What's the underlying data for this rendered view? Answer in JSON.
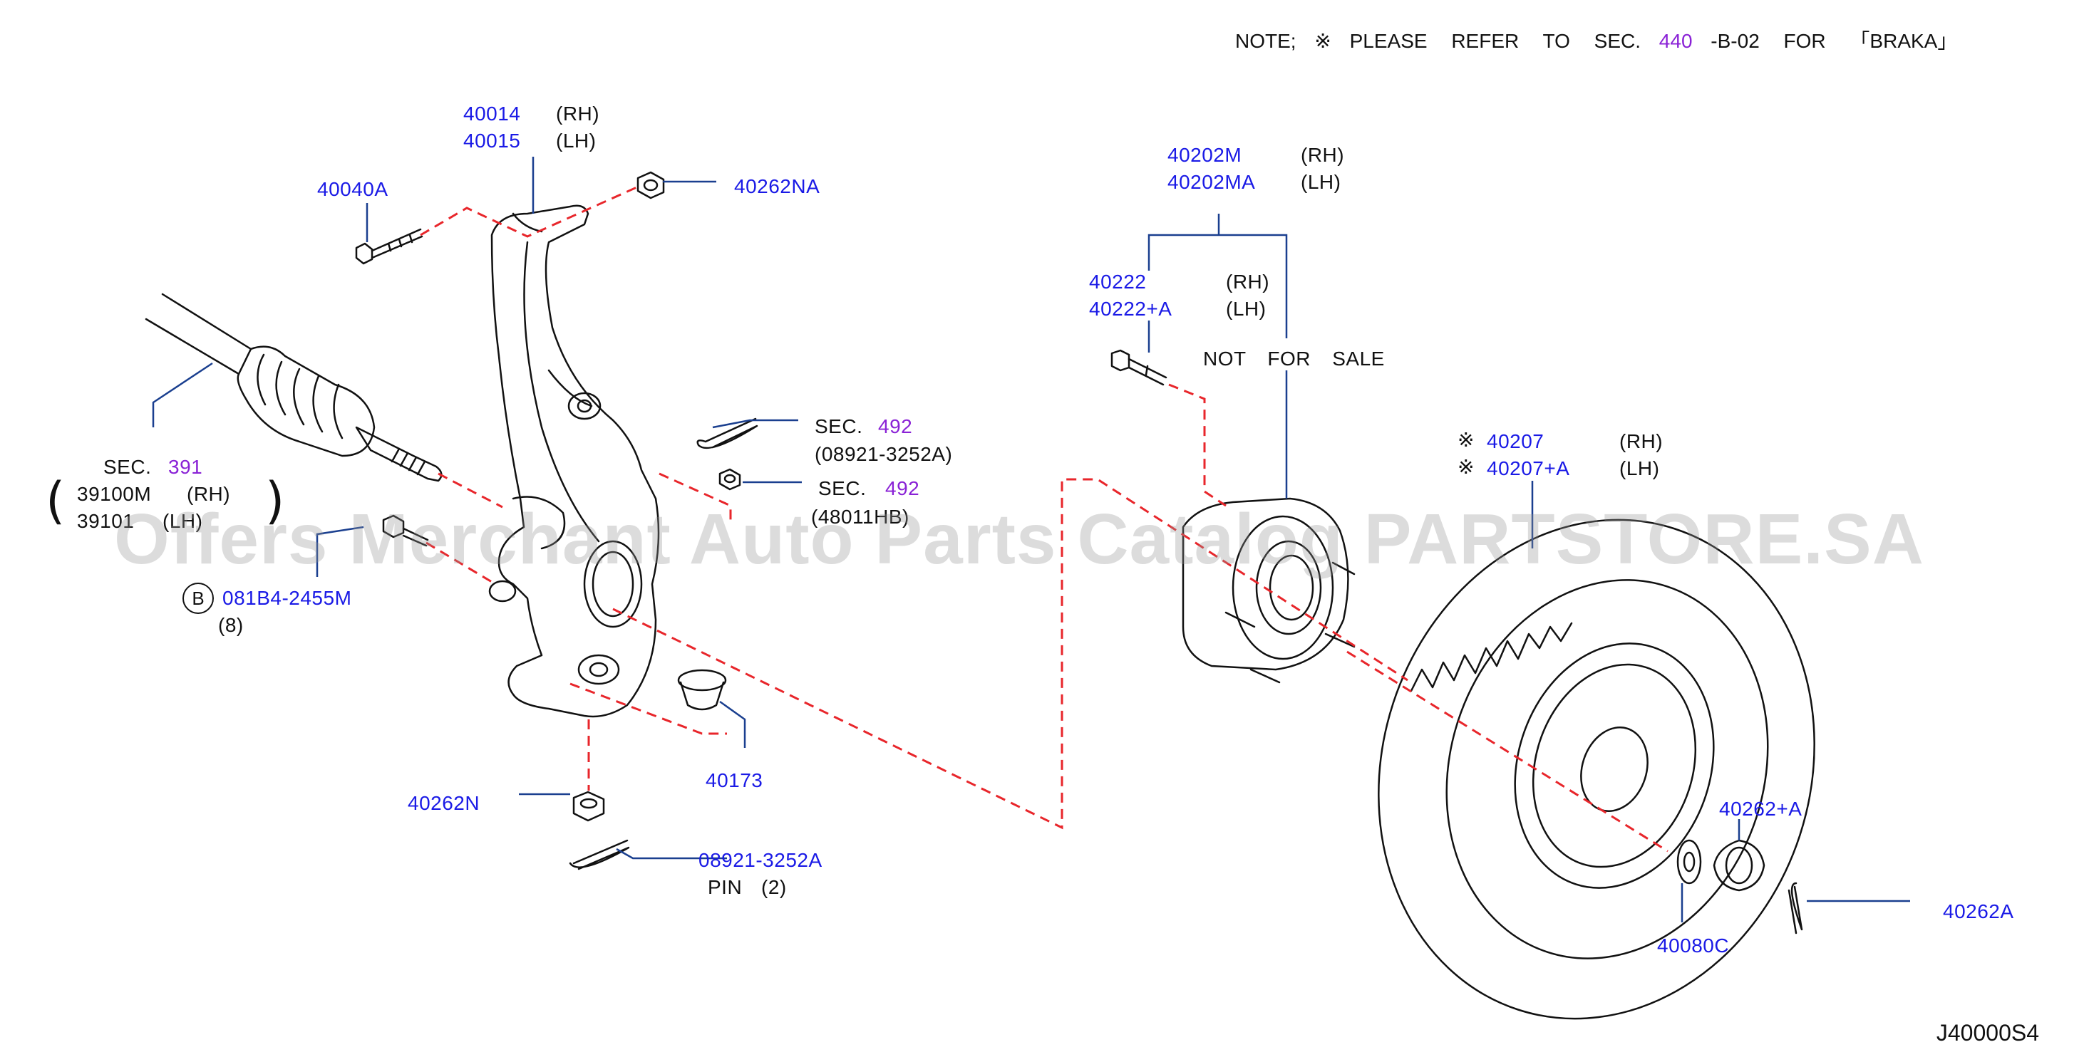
{
  "note": {
    "prefix": "NOTE;",
    "mark": "※",
    "text": "PLEASE REFER TO SEC.",
    "sec": "440",
    "suffix": "-B-02 FOR 「BRAKA」"
  },
  "labels": {
    "p40014": "40014",
    "p40014_side": "(RH)",
    "p40015": "40015",
    "p40015_side": "(LH)",
    "p40040A": "40040A",
    "p40262NA": "40262NA",
    "p40202M": "40202M",
    "p40202M_side": "(RH)",
    "p40202MA": "40202MA",
    "p40202MA_side": "(LH)",
    "p40222": "40222",
    "p40222_side": "(RH)",
    "p40222A": "40222+A",
    "p40222A_side": "(LH)",
    "not_for_sale": "NOT FOR SALE",
    "sec1": "SEC.",
    "sec1_num": "492",
    "sec1_part": "(08921-3252A)",
    "sec2": "SEC.",
    "sec2_num": "492",
    "sec2_part": "(48011HB)",
    "sec391": "SEC.",
    "sec391_num": "391",
    "p39100M": "39100M",
    "p39100M_side": "(RH)",
    "p39101": "39101",
    "p39101_side": "(LH)",
    "b_mark": "B",
    "p081B4": "081B4-2455M",
    "p081B4_qty": "(8)",
    "p40207_mark": "※",
    "p40207": "40207",
    "p40207_side": "(RH)",
    "p40207A_mark": "※",
    "p40207A": "40207+A",
    "p40207A_side": "(LH)",
    "p40173": "40173",
    "p40262N": "40262N",
    "p08921": "08921-3252A",
    "pin": "PIN",
    "pin_qty": "(2)",
    "p40262A_plus": "40262+A",
    "p40080C": "40080C",
    "p40262A": "40262A"
  },
  "watermark": "Offers Merchant Auto Parts Catalog PARTSTORE.SA",
  "diagram_code": "J40000S4",
  "colors": {
    "part_number": "#1a1ae6",
    "section_ref": "#8a22d6",
    "leader": "#1a3f8f",
    "dashed": "#e8262b",
    "outline": "#111111"
  }
}
